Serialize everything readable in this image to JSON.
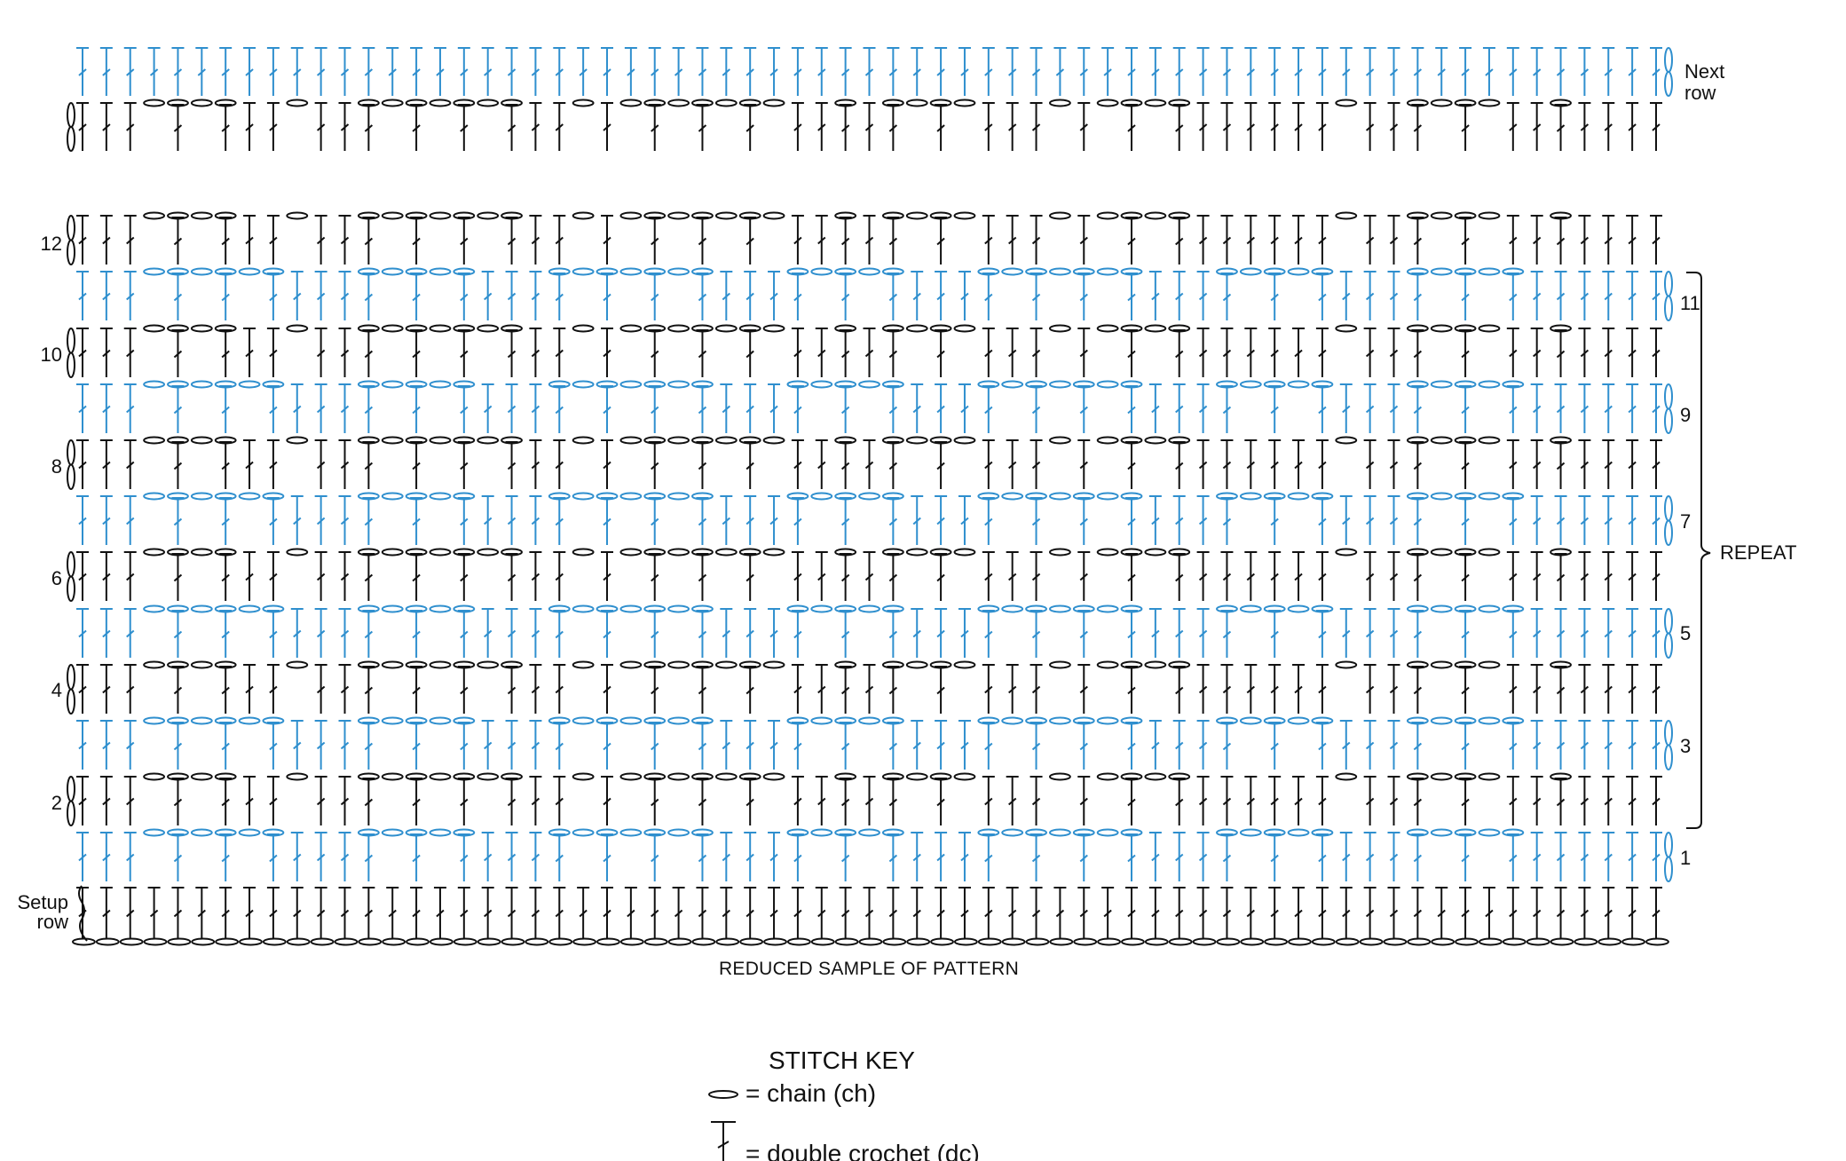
{
  "labels": {
    "next_row_1": "Next",
    "next_row_2": "row",
    "setup_row_1": "Setup",
    "setup_row_2": "row",
    "repeat": "REPEAT",
    "caption": "REDUCED SAMPLE OF PATTERN"
  },
  "row_numbers_left": [
    "12",
    "10",
    "8",
    "6",
    "4",
    "2"
  ],
  "row_numbers_right": [
    "11",
    "9",
    "7",
    "5",
    "3",
    "1"
  ],
  "key": {
    "title": "STITCH KEY",
    "chain": "= chain (ch)",
    "dc": "= double crochet (dc)"
  },
  "colors": {
    "ink": "#111111",
    "blue": "#2f8fce"
  },
  "icons": [
    "chain-symbol",
    "double-crochet-symbol",
    "turning-chain-symbol",
    "repeat-brace"
  ]
}
